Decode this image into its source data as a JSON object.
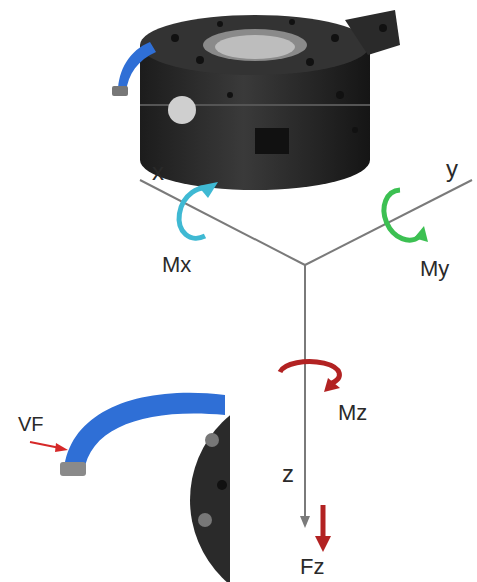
{
  "diagram": {
    "labels": [
      "x",
      "y",
      "Mx",
      "My",
      "Mz",
      "z",
      "Fz",
      "VF"
    ]
  }
}
